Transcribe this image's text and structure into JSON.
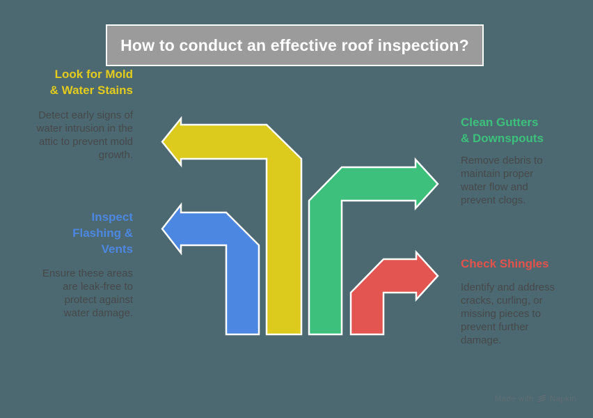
{
  "page": {
    "background_color": "#4C6870"
  },
  "title": {
    "text": "How to conduct an effective roof inspection?",
    "box_color": "#9B9B9B",
    "border_color": "#FFFFFF",
    "text_color": "#FFFFFF"
  },
  "sections": [
    {
      "id": "look-for-mold",
      "heading_lines": [
        "Look for Mold",
        "& Water Stains"
      ],
      "heading_full": "Look for Mold & Water Stains",
      "heading_color": "#E3CC1D",
      "body": "Detect early signs of water intrusion in the attic to prevent mold growth.",
      "align": "right"
    },
    {
      "id": "inspect-flashing-vents",
      "heading_lines": [
        "Inspect",
        "Flashing &",
        "Vents"
      ],
      "heading_full": "Inspect Flashing & Vents",
      "heading_color": "#4C87E1",
      "body": "Ensure these areas are leak-free to protect against water damage.",
      "align": "right"
    },
    {
      "id": "clean-gutters-downspouts",
      "heading_lines": [
        "Clean Gutters",
        "& Downspouts"
      ],
      "heading_full": "Clean Gutters & Downspouts",
      "heading_color": "#3CC07C",
      "body": "Remove debris to maintain proper water flow and prevent clogs.",
      "align": "left"
    },
    {
      "id": "check-shingles",
      "heading_lines": [
        "Check Shingles"
      ],
      "heading_full": "Check Shingles",
      "heading_color": "#E4524C",
      "body": "Identify and address cracks, curling, or missing pieces to prevent further damage.",
      "align": "left"
    }
  ],
  "arrows": [
    {
      "name": "mold-arrow",
      "direction": "left",
      "color": "#DCCA1D"
    },
    {
      "name": "flashing-arrow",
      "direction": "left",
      "color": "#4C87E1"
    },
    {
      "name": "gutters-arrow",
      "direction": "right",
      "color": "#3CC07C"
    },
    {
      "name": "shingles-arrow",
      "direction": "right",
      "color": "#E25551"
    }
  ],
  "body_text_color": "#45494C",
  "watermark": {
    "prefix": "Made with",
    "brand": "Napkin",
    "color": "#5E6E74"
  }
}
